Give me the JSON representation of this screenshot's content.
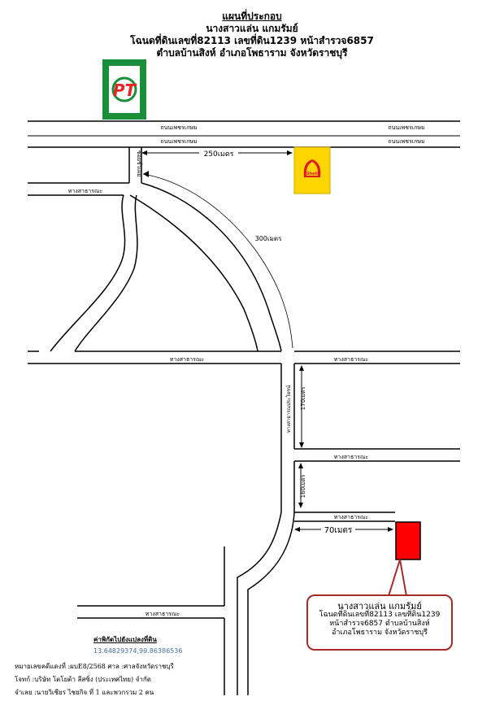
{
  "header": {
    "title": "แผนที่ประกอบ",
    "owner": "นางสาวแล่น แกมรัมย์",
    "deed": "โฉนดที่ดินเลขที่82113 เลขที่ดิน1239 หน้าสำรวจ6857",
    "location": "ตำบลบ้านสิงห์ อำเภอโพธาราม จังหวัดราชบุรี"
  },
  "landmarks": {
    "pt_logo": "PT",
    "shell_logo": "Shell",
    "colors": {
      "pt_green": "#1a8f3a",
      "pt_red": "#e52521",
      "shell_yellow": "#ffd500",
      "shell_red": "#dd1d21",
      "target_red": "#ff0000",
      "callout_border": "#a52a2a",
      "coord_blue": "#4a6fa5"
    }
  },
  "roads": {
    "highway_1": "ถนนเพชรเกษม",
    "highway_2": "ถนนเพชรเกษม",
    "highway_3": "ถนนเพชรเกษม",
    "highway_4": "ถนนเพชรเกษม",
    "soi": "ซอยชั่วเผย",
    "public_left_top": "ทางสาธารณะ",
    "public_mid_left": "ทางสาธารณะ",
    "public_mid_right": "ทางสาธารณะ",
    "public_vertical": "ทางสาธารณประโยชน์",
    "public_right_2": "ทางสาธารณะ",
    "public_right_3": "ทางสาธารณะ",
    "public_bottom": "ทางสาธารณะ"
  },
  "distances": {
    "d250": "250เมตร",
    "d300": "300เมตร",
    "d170": "170เมตร",
    "d160": "160เมตร",
    "d70": "70เมตร"
  },
  "callout": {
    "owner": "นางสาวแล่น แกมรัมย์",
    "line1": "โฉนดที่ดินเลขที่82113 เลขที่ดิน1239",
    "line2": "หน้าสำรวจ6857 ตำบลบ้านสิงห์",
    "line3": "อำเภอโพธาราม จังหวัดราชบุรี"
  },
  "footer": {
    "coord_title": "ค่าพิกัดไปยังแปลงที่ดิน",
    "coords": "13.64829374,99.86386536",
    "case_line": "หมายเลขคดีแดงที่ :ผบE8/2568          ศาล :ศาลจังหวัดราชบุรี",
    "plaintiff_line": "โจทก์ :บริษัท โตโยต้า ลีสซิ่ง (ประเทศไทย) จำกัด",
    "defendant_line": "จำเลย :นายวิเชียร  ไชยกิจ ที่ 1 และพวกรวม 2 คน"
  }
}
